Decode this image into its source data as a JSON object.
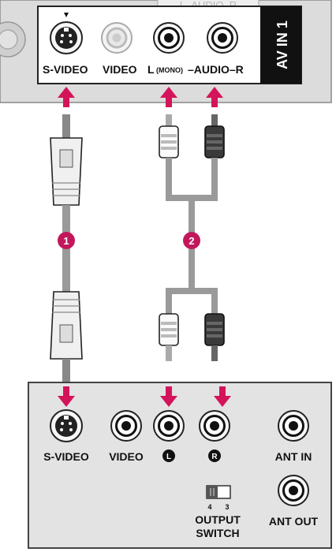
{
  "top_panel": {
    "faded_label": "L–AUDIO–R",
    "labels": {
      "svideo": "S-VIDEO",
      "video": "VIDEO",
      "l_main": "L",
      "l_mono": "(MONO)",
      "audio_r": "–AUDIO–R"
    },
    "side_label": "AV IN 1"
  },
  "markers": {
    "one": "1",
    "two": "2"
  },
  "bottom_panel": {
    "labels": {
      "svideo": "S-VIDEO",
      "video": "VIDEO",
      "left_badge": "L",
      "right_badge": "R",
      "ant_in": "ANT IN",
      "ant_out": "ANT OUT",
      "switch_num_4": "4",
      "switch_num_3": "3",
      "output_line1": "OUTPUT",
      "output_line2": "SWITCH"
    }
  },
  "colors": {
    "arrow": "#d4145a",
    "panel_top": "#dcdcdc",
    "panel_bottom": "#e3e3e3",
    "cable": "#9a9a9a",
    "marker": "#c2185b"
  },
  "icons": [
    "svideo-jack-icon",
    "rca-jack-icon",
    "arrow-up-icon",
    "arrow-down-icon",
    "svideo-plug-icon",
    "rca-plug-icon",
    "switch-icon"
  ]
}
